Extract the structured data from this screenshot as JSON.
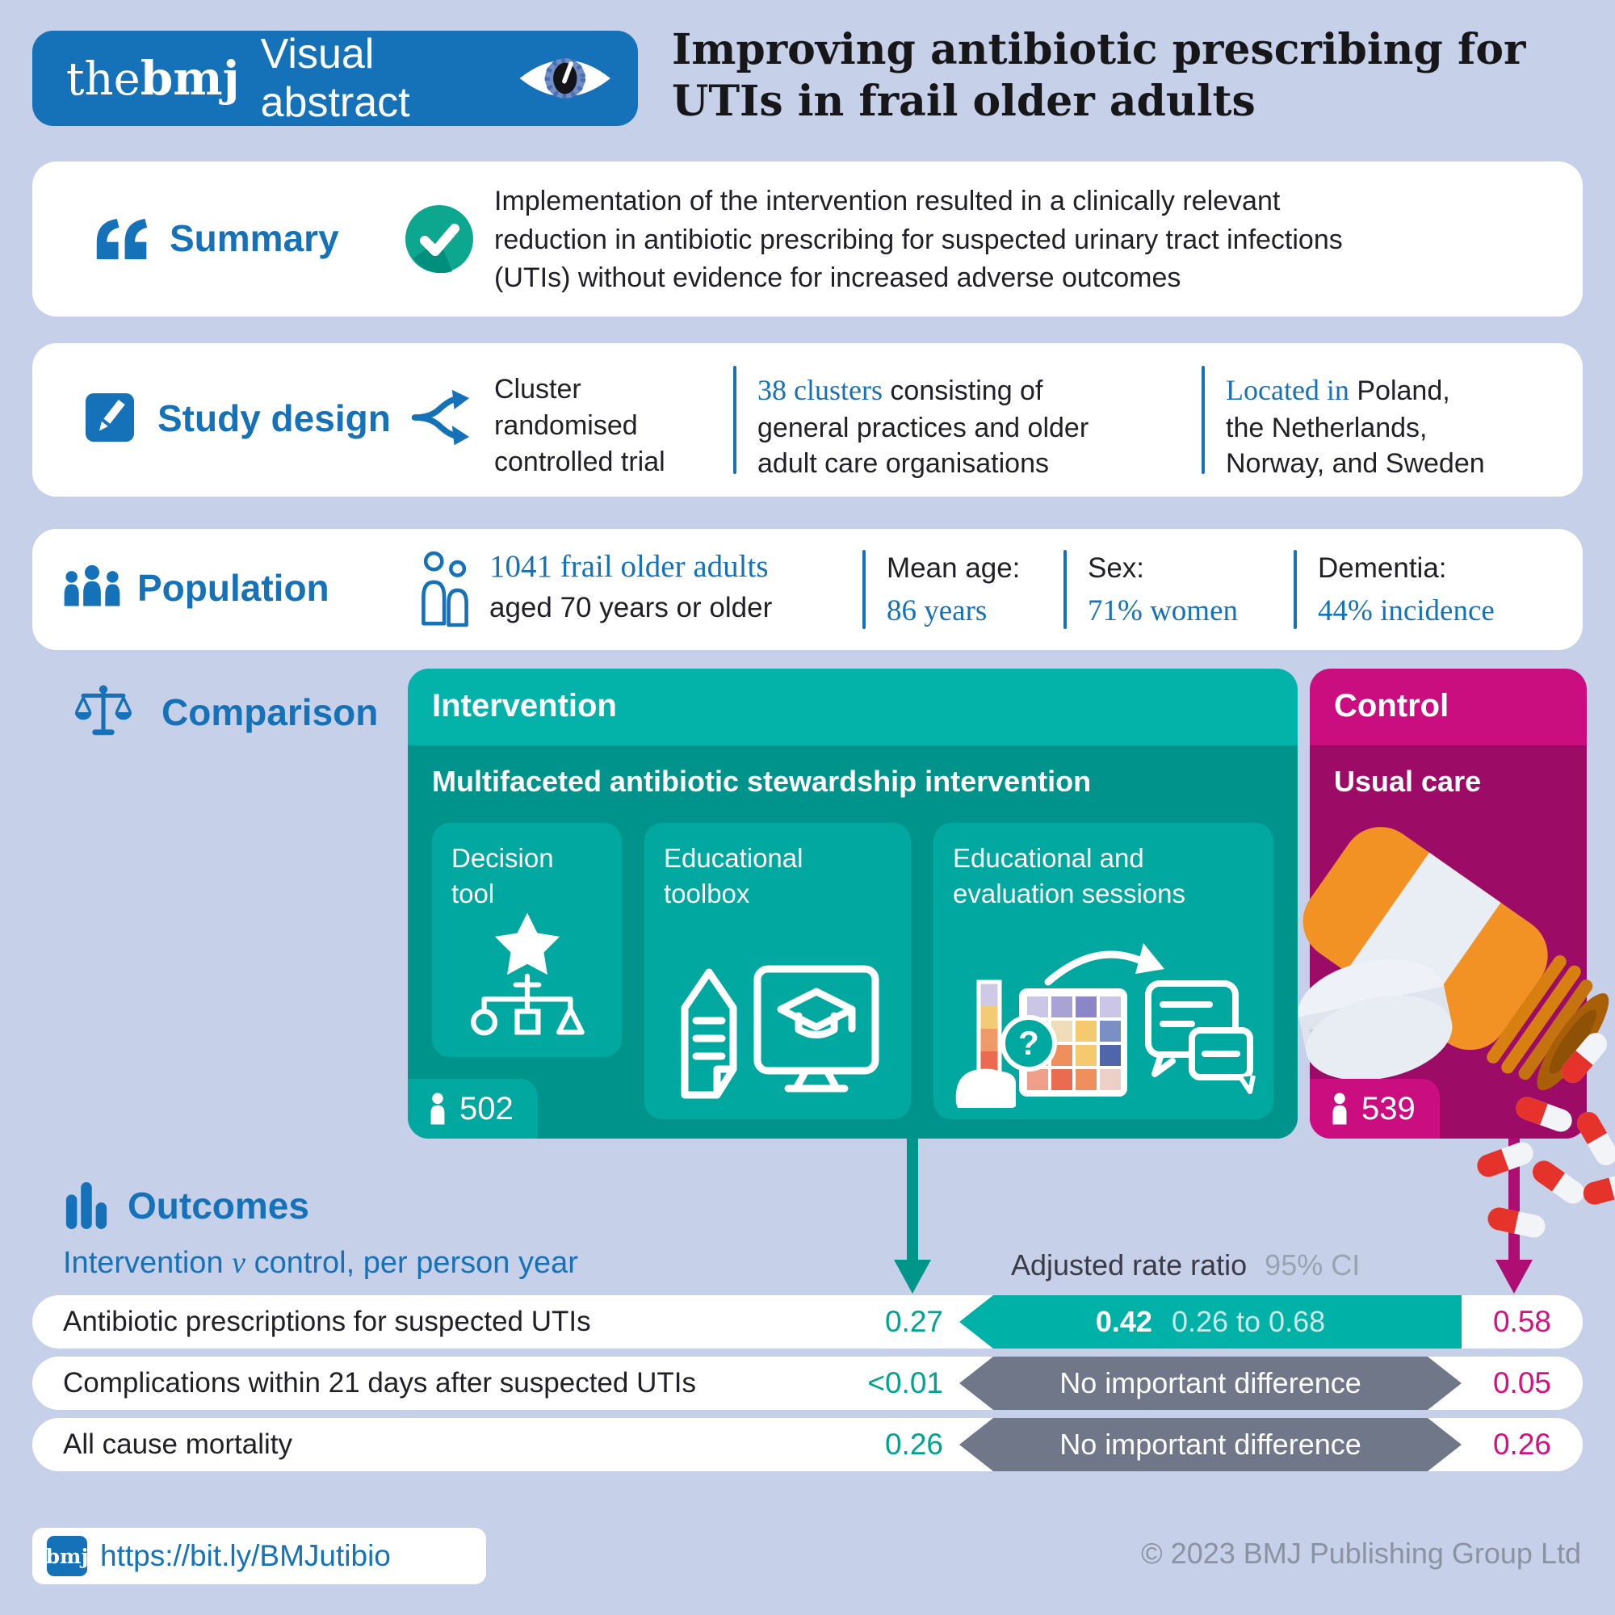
{
  "colors": {
    "background": "#c6d0e9",
    "bmj_blue": "#1672b8",
    "teal_header": "#03b2a9",
    "teal_inner": "#00938b",
    "teal_card": "#01a89f",
    "teal_banner": "#00b1a8",
    "teal_value": "#00a392",
    "magenta_header": "#ca0e80",
    "magenta_inner": "#9c0c67",
    "magenta_value": "#d5117f",
    "gray_banner": "#6f7789",
    "orange_bottle": "#f39224",
    "capsule_red": "#e5332b"
  },
  "icons": {
    "header": "eye-icon",
    "summary": "quote-icon and check-circle-icon",
    "study_design": "pencil-icon and split-arrow-icon",
    "population": "people-icon and two-person-outline-icon",
    "comparison": "scales-icon",
    "outcomes": "bar-chart-icon",
    "badges": "person-icon",
    "cards": "decision-tree-icon, document-monitor-icon, session-chart-icon",
    "control": "pill-bottle-illustration",
    "footer": "bmj-logo-icon"
  },
  "header": {
    "logo_the": "the",
    "logo_bmj": "bmj",
    "logo_label": "Visual abstract",
    "title": "Improving antibiotic prescribing for UTIs in frail older adults"
  },
  "summary": {
    "label": "Summary",
    "text": "Implementation of the intervention resulted in a clinically relevant reduction in antibiotic prescribing for suspected urinary tract infections (UTIs) without evidence for increased adverse outcomes"
  },
  "study_design": {
    "label": "Study design",
    "col1": "Cluster randomised controlled trial",
    "col2_highlight": "38 clusters",
    "col2_rest": " consisting of general practices and older adult care organisations",
    "col3_highlight": "Located in",
    "col3_rest": " Poland, the Netherlands, Norway, and Sweden"
  },
  "population": {
    "label": "Population",
    "headline_highlight": "1041 frail older adults",
    "headline_rest": "aged 70 years or older",
    "stats": [
      {
        "label": "Mean age:",
        "value": "86 years"
      },
      {
        "label": "Sex:",
        "value": "71% women"
      },
      {
        "label": "Dementia:",
        "value": "44% incidence"
      }
    ]
  },
  "comparison": {
    "label": "Comparison",
    "intervention": {
      "title": "Intervention",
      "subtitle": "Multifaceted antibiotic stewardship intervention",
      "cards": [
        {
          "label": "Decision tool"
        },
        {
          "label": "Educational toolbox"
        },
        {
          "label": "Educational and evaluation sessions"
        }
      ],
      "question_mark": "?",
      "count": "502"
    },
    "control": {
      "title": "Control",
      "subtitle": "Usual care",
      "count": "539"
    }
  },
  "outcomes": {
    "label": "Outcomes",
    "subtitle_pre": "Intervention ",
    "subtitle_v": "v",
    "subtitle_post": " control, per person year",
    "ratio_header": "Adjusted rate ratio",
    "ci_header": "95% CI",
    "rows": [
      {
        "label": "Antibiotic prescriptions for suspected UTIs",
        "intervention_value": "0.27",
        "ratio": "0.42",
        "ci": "0.26 to 0.68",
        "control_value": "0.58"
      },
      {
        "label": "Complications within 21 days after suspected UTIs",
        "intervention_value": "<0.01",
        "banner": "No important difference",
        "control_value": "0.05"
      },
      {
        "label": "All cause mortality",
        "intervention_value": "0.26",
        "banner": "No important difference",
        "control_value": "0.26"
      }
    ]
  },
  "footer": {
    "logo": "bmj",
    "link": "https://bit.ly/BMJutibio",
    "copyright": "© 2023 BMJ Publishing Group Ltd"
  }
}
